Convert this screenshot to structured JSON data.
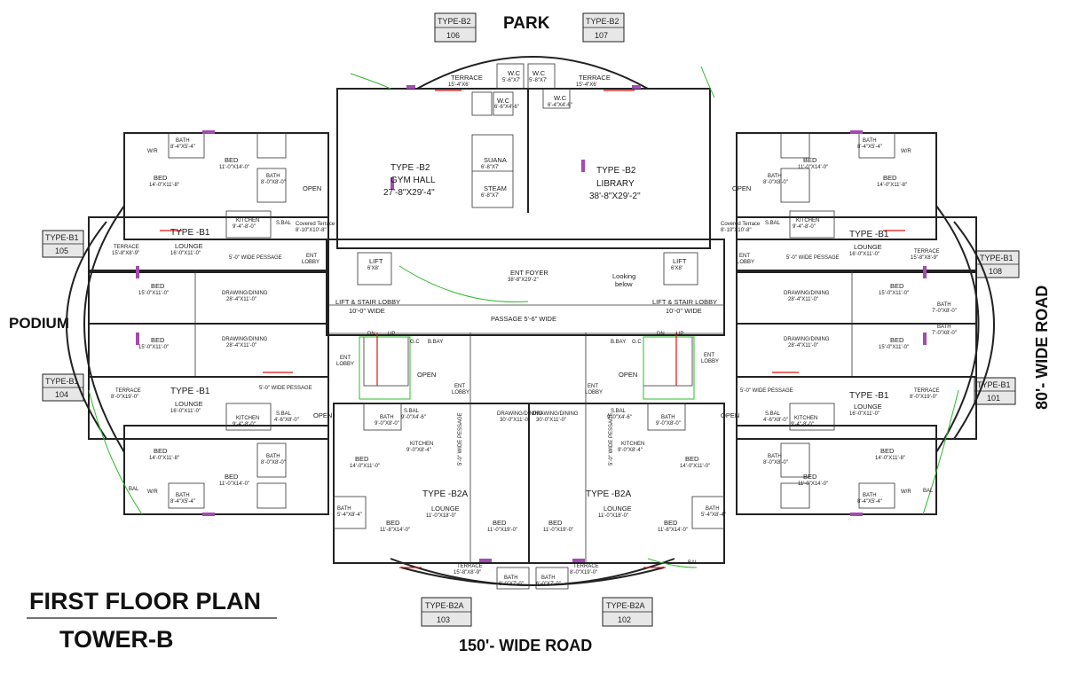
{
  "title": {
    "line1": "FIRST FLOOR PLAN",
    "line2": "TOWER-B"
  },
  "surroundings": {
    "top": "PARK",
    "left": "PODIUM",
    "right": "80'- WIDE ROAD",
    "bottom": "150'- WIDE ROAD"
  },
  "unit_tags": [
    {
      "type": "TYPE-B2",
      "num": "106"
    },
    {
      "type": "TYPE-B2",
      "num": "107"
    },
    {
      "type": "TYPE-B1",
      "num": "105"
    },
    {
      "type": "TYPE-B1",
      "num": "108"
    },
    {
      "type": "TYPE-B1",
      "num": "104"
    },
    {
      "type": "TYPE-B1",
      "num": "101"
    },
    {
      "type": "TYPE-B2A",
      "num": "103"
    },
    {
      "type": "TYPE-B2A",
      "num": "102"
    }
  ],
  "center": {
    "gym_type": "TYPE -B2",
    "gym_name": "GYM HALL",
    "gym_size": "27'-8\"X29'-4\"",
    "lib_type": "TYPE -B2",
    "lib_name": "LIBRARY",
    "lib_size": "38'-8\"X29'-2\"",
    "foyer": "ENT FOYER",
    "foyer_size": "38'-8\"X29'-2\"",
    "looking": "Looking",
    "below": "below",
    "passage": "PASSAGE 5'-6\" WIDE",
    "suana": "SUANA",
    "suana_size": "6'-8\"X7'",
    "steam": "STEAM",
    "steam_size": "6'-8\"X7'",
    "wc": "W.C",
    "wc_size1": "5'-6\"X7'",
    "wc_size2": "5'-8\"X7'",
    "wc_size3": "6'-4\"X4'-6\"",
    "wc_size4": "6'-6\"X4'-6\"",
    "terrace_l": "TERRACE",
    "terrace_l_size": "15'-4\"X6'",
    "terrace_r": "TERRACE",
    "terrace_r_size": "15'-4\"X6'"
  },
  "lobby": {
    "lift": "LIFT",
    "lift_size": "6'X8'",
    "stair_lobby": "LIFT & STAIR LOBBY",
    "stair_lobby_width": "10'-0\" WIDE",
    "open": "OPEN",
    "ent_lobby": "ENT",
    "ent_lobby2": "LOBBY",
    "covered_terrace": "Covered Terrace",
    "covered_size": "8'-10\"X10'-8\"",
    "gc": "G.C",
    "bbay": "B.BAY",
    "dn": "DN",
    "up": "UP",
    "wide_pessage": "5'-0\" WIDE PESSAGE",
    "wide_pessage_v": "5'-0\" WIDE PESSAGE"
  },
  "b1_rooms": {
    "type": "TYPE -B1",
    "lounge": "LOUNGE",
    "lounge_size": "16'-0\"X11'-0\"",
    "terrace": "TERRACE",
    "terrace_size": "15'-8\"X8'-9\"",
    "terrace_size2": "8'-0\"X19'-0\"",
    "bed": "BED",
    "bed1": "14'-0\"X11'-8\"",
    "bed2": "11'-0\"X14'-0\"",
    "bed3": "15'-0\"X11'-0\"",
    "bath": "BATH",
    "bath1": "8'-4\"X5'-4\"",
    "bath2": "8'-0\"X8'-0\"",
    "bath3": "7'-0\"X8'-0\"",
    "kitchen": "KITCHEN",
    "kitchen_size": "9'-4\"-8'-0\"",
    "sbal": "S.BAL",
    "sbal_size": "4'-6\"X8'-0\"",
    "drawing": "DRAWING/DINING",
    "drawing_size": "28'-4\"X11'-0\"",
    "wr": "W/R",
    "bal": "BAL"
  },
  "b2a_rooms": {
    "type": "TYPE -B2A",
    "lounge": "LOUNGE",
    "lounge_size": "11'-0\"X18'-0\"",
    "drawing": "DRAWING/DINING",
    "drawing_size": "30'-0\"X11'-0\"",
    "bed": "BED",
    "bed1": "14'-0\"X11'-0\"",
    "bed2": "11'-8\"X14'-0\"",
    "bed3": "11'-0\"X19'-0\"",
    "bath": "BATH",
    "bath1": "9'-0\"X8'-0\"",
    "bath2": "6'-0\"X7'-0\"",
    "bath3": "5'-4\"X8'-4\"",
    "kitchen": "KITCHEN",
    "kitchen_size": "9'-0\"X8'-4\"",
    "terrace": "TERRACE",
    "terrace_size1": "15'-8\"X8'-9\"",
    "terrace_size2": "8'-0\"X19'-0\"",
    "sbal": "S.BAL",
    "sbal_size": "9'-0\"X4'-6\"",
    "bal": "BAL."
  },
  "colors": {
    "wall": "#222222",
    "door": "#d11111",
    "window": "#a24bb0",
    "green": "#2eb82e",
    "tag_bg": "#e7e7e7"
  }
}
